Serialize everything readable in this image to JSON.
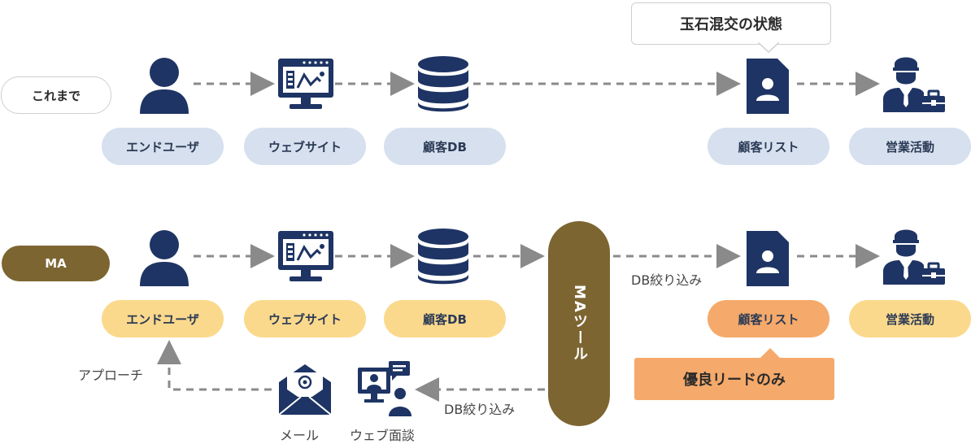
{
  "top_row": {
    "tag": "これまで",
    "nodes": [
      "エンドユーザ",
      "ウェブサイト",
      "顧客DB",
      "顧客リスト",
      "営業活動"
    ],
    "callout": "玉石混交の状態"
  },
  "bottom_row": {
    "tag": "MA",
    "nodes": [
      "エンドユーザ",
      "ウェブサイト",
      "顧客DB",
      "顧客リスト",
      "営業活動"
    ],
    "ma_tool": "MAツール",
    "filter_label_top": "DB絞り込み",
    "filter_label_bottom": "DB絞り込み",
    "callout": "優良リードのみ",
    "approach_label": "アプローチ",
    "channels": [
      "メール",
      "ウェブ面談"
    ]
  },
  "colors": {
    "navy": "#1e3464",
    "ma_brown": "#7d6532",
    "blue_pill": "#d6e0ee",
    "yellow_pill": "#fbd98c",
    "orange_pill": "#f5a96a",
    "arrow_gray": "#8a8a8a"
  },
  "icons": [
    "user-icon",
    "website-monitor-icon",
    "database-icon",
    "contact-card-icon",
    "sales-person-icon",
    "mail-icon",
    "web-meeting-icon"
  ]
}
